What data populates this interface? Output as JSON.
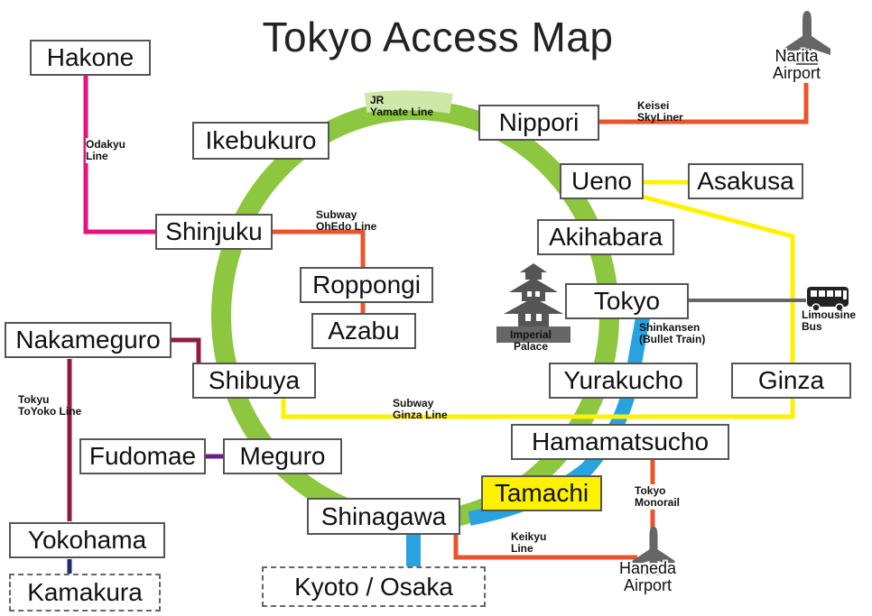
{
  "title": "Tokyo Access Map",
  "colors": {
    "yamanote": "#8dc63f",
    "odakyu": "#e5127d",
    "oedo": "#e8552a",
    "ginza": "#fff200",
    "toyoko": "#8b1e3f",
    "meguro_line": "#6a1e8a",
    "shinkansen": "#29a3e0",
    "keisei": "#e8552a",
    "keikyu": "#e8552a",
    "monorail": "#e8552a",
    "limousine": "#666666",
    "tamachi_highlight": "#fff200"
  },
  "stations": {
    "hakone": "Hakone",
    "ikebukuro": "Ikebukuro",
    "nippori": "Nippori",
    "ueno": "Ueno",
    "asakusa": "Asakusa",
    "shinjuku": "Shinjuku",
    "akihabara": "Akihabara",
    "roppongi": "Roppongi",
    "tokyo": "Tokyo",
    "azabu": "Azabu",
    "nakameguro": "Nakameguro",
    "shibuya": "Shibuya",
    "yurakucho": "Yurakucho",
    "ginza": "Ginza",
    "hamamatsucho": "Hamamatsucho",
    "fudomae": "Fudomae",
    "meguro": "Meguro",
    "tamachi": "Tamachi",
    "shinagawa": "Shinagawa",
    "yokohama": "Yokohama",
    "kamakura": "Kamakura",
    "kyoto_osaka": "Kyoto / Osaka"
  },
  "lines": {
    "yamanote": [
      "JR",
      "Yamate Line"
    ],
    "keisei": [
      "Keisei",
      "SkyLiner"
    ],
    "odakyu": [
      "Odakyu",
      "Line"
    ],
    "oedo": [
      "Subway",
      "OhEdo Line"
    ],
    "shinkansen": [
      "Shinkansen",
      "(Bullet Train)"
    ],
    "limousine": [
      "Limousine",
      "Bus"
    ],
    "toyoko": [
      "Tokyu",
      "ToYoko Line"
    ],
    "ginza": [
      "Subway",
      "Ginza Line"
    ],
    "monorail": [
      "Tokyo",
      "Monorail"
    ],
    "keikyu": [
      "Keikyu",
      "Line"
    ]
  },
  "places": {
    "imperial_palace": [
      "Imperial",
      "Palace"
    ],
    "narita": [
      "Narita",
      "Airport"
    ],
    "haneda": [
      "Haneda",
      "Airport"
    ]
  },
  "icons": [
    "airplane-icon",
    "castle-icon",
    "bus-icon"
  ]
}
